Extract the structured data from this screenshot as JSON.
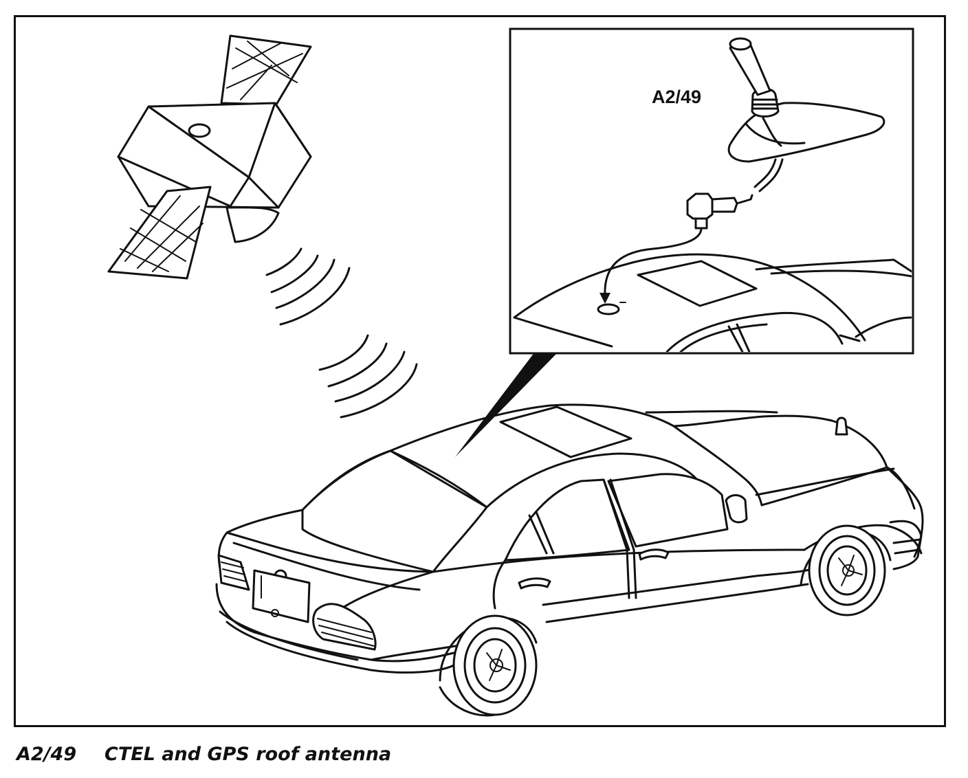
{
  "inset": {
    "label": "A2/49"
  },
  "caption": {
    "code": "A2/49",
    "description": "CTEL and GPS roof antenna"
  }
}
